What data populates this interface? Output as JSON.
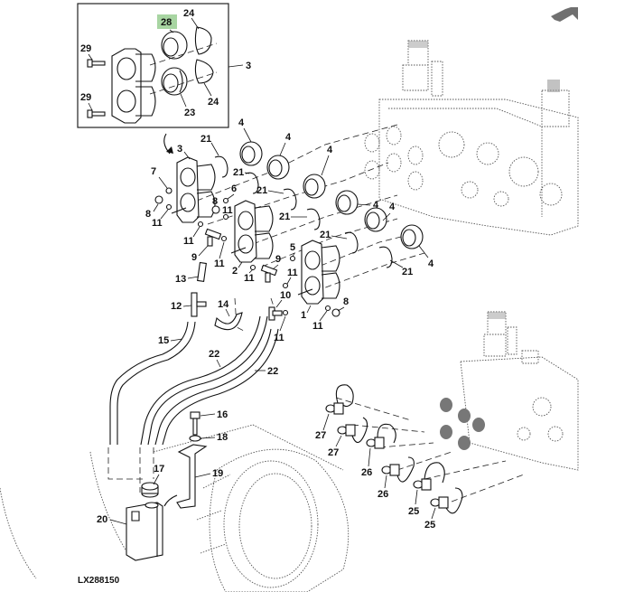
{
  "figure": {
    "id_label": "LX288150",
    "highlighted_callout": "28",
    "highlight_color": "#a8d5a2",
    "nav_arrow_color": "#707070"
  },
  "inset": {
    "callouts": {
      "c28": "28",
      "c24a": "24",
      "c24b": "24",
      "c29a": "29",
      "c29b": "29",
      "c23": "23",
      "c3": "3"
    }
  },
  "callouts": {
    "valve3": "3",
    "n7": "7",
    "n8a": "8",
    "n11a": "11",
    "r21a": "21",
    "r21b": "21",
    "r21c": "21",
    "r21d": "21",
    "r21e": "21",
    "r21f": "21",
    "s4a": "4",
    "s4b": "4",
    "s4c": "4",
    "s4d": "4",
    "s4e": "4",
    "s4f": "4",
    "n6": "6",
    "n8b": "8",
    "n11b": "11",
    "n11c": "11",
    "n11d": "11",
    "n9a": "9",
    "n9b": "9",
    "valve2": "2",
    "n11e": "11",
    "n5": "5",
    "n11f": "11",
    "n13": "13",
    "valve1": "1",
    "n11g": "11",
    "n8c": "8",
    "n12": "12",
    "n14": "14",
    "n10": "10",
    "n11h": "11",
    "h15": "15",
    "h22a": "22",
    "h22b": "22",
    "b16": "16",
    "w18": "18",
    "cap17": "17",
    "br19": "19",
    "tank20": "20",
    "p27a": "27",
    "p27b": "27",
    "p26a": "26",
    "p26b": "26",
    "p25a": "25",
    "p25b": "25"
  }
}
